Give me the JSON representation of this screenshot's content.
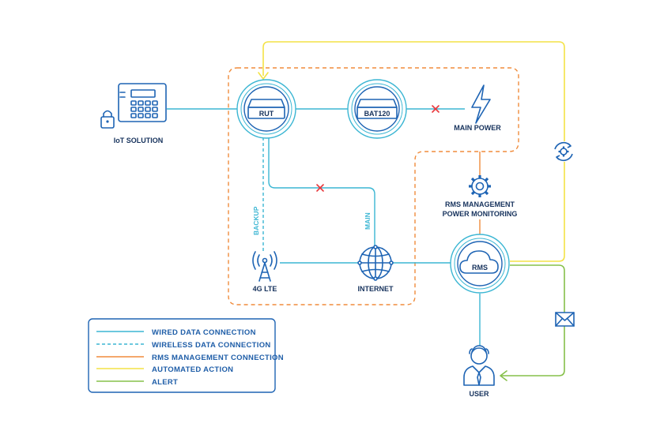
{
  "colors": {
    "wired": "#3bb6d3",
    "rms": "#f08c3c",
    "automated": "#f3e246",
    "alert": "#86c04a",
    "icon": "#1e64b4",
    "text": "#16325c",
    "cross": "#e8383d"
  },
  "nodes": {
    "iot": "IoT SOLUTION",
    "rut": "RUT",
    "bat": "BAT120",
    "main_power": "MAIN POWER",
    "rms_mgmt_line1": "RMS MANAGEMENT",
    "rms_mgmt_line2": "POWER MONITORING",
    "lte": "4G LTE",
    "internet": "INTERNET",
    "rms": "RMS",
    "user": "USER"
  },
  "links": {
    "backup": "BACKUP",
    "main": "MAIN"
  },
  "legend": [
    {
      "label": "WIRED DATA CONNECTION",
      "style": "wired"
    },
    {
      "label": "WIRELESS DATA CONNECTION",
      "style": "wireless"
    },
    {
      "label": "RMS MANAGEMENT CONNECTION",
      "style": "rms"
    },
    {
      "label": "AUTOMATED ACTION",
      "style": "automated"
    },
    {
      "label": "ALERT",
      "style": "alert"
    }
  ],
  "icons": {
    "iot": "alarm-panel-icon",
    "rut": "router-icon",
    "bat": "battery-device-icon",
    "power": "lightning-icon",
    "gear": "gear-icon",
    "lte": "cell-tower-icon",
    "internet": "globe-icon",
    "rms": "cloud-icon",
    "user": "user-icon",
    "mail": "envelope-icon",
    "sync": "sync-gear-icon"
  }
}
